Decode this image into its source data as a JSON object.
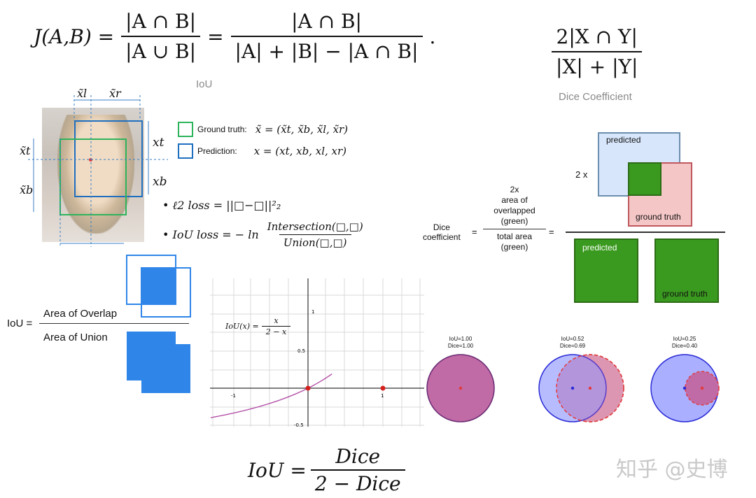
{
  "formulas": {
    "jaccard_lhs": "J(A,B) =",
    "jaccard_num1": "|A ∩ B|",
    "jaccard_den1": "|A ∪ B|",
    "jaccard_eq": "=",
    "jaccard_num2": "|A ∩ B|",
    "jaccard_den2": "|A| + |B| − |A ∩ B|",
    "jaccard_end": ".",
    "iou_caption": "IoU",
    "dice_num": "2|X ∩ Y|",
    "dice_den": "|X| + |Y|",
    "dice_caption": "Dice Coefficient"
  },
  "bbox_panel": {
    "xl": "x̃l",
    "xr": "x̃r",
    "xt_tilde": "x̃t",
    "xb_tilde": "x̃b",
    "xt": "xt",
    "xb": "xb",
    "gt_label": "Ground truth:",
    "gt_formula": "x̃ = (x̃t, x̃b, x̃l, x̃r)",
    "pred_label": "Prediction:",
    "pred_formula": "x = (xt, xb, xl, xr)",
    "l2_loss": "• ℓ2  loss = ||□−□||²₂",
    "iou_loss_prefix": "• IoU loss = − ln",
    "iou_loss_num": "Intersection(□,□)",
    "iou_loss_den": "Union(□,□)"
  },
  "iou_diagram": {
    "lhs": "IoU =",
    "numerator": "Area of Overlap",
    "denominator": "Area of Union"
  },
  "dice_diagram": {
    "lhs_top": "Dice",
    "lhs_bottom": "coefficient",
    "eq1": "=",
    "num_line1": "2x",
    "num_line2": "area of",
    "num_line3": "overlapped",
    "num_line4": "(green)",
    "den_line1": "total area",
    "den_line2": "(green)",
    "eq2": "=",
    "two_x": "2 x",
    "predicted_top": "predicted",
    "ground_truth_top": "ground truth",
    "predicted_bottom": "predicted",
    "ground_truth_bottom": "ground truth"
  },
  "graph": {
    "formula_lhs": "IoU(x) =",
    "formula_num": "x",
    "formula_den": "2 − x",
    "tick_labels": [
      "1",
      "0.5",
      "-0.5",
      "-1",
      "1"
    ]
  },
  "circles": [
    {
      "iou": "IoU=1.00",
      "dice": "Dice=1.00"
    },
    {
      "iou": "IoU=0.52",
      "dice": "Dice=0.69"
    },
    {
      "iou": "IoU=0.25",
      "dice": "Dice=0.40"
    }
  ],
  "bottom_formula": {
    "lhs": "IoU =",
    "num": "Dice",
    "den": "2 − Dice"
  },
  "watermark": "知乎 @史博",
  "colors": {
    "green": "#2db45b",
    "blue": "#1f6fbf",
    "dice_green": "#3a9a1f",
    "purple": "#b24fa6",
    "red": "#e23b3b",
    "light_blue": "#aab0ff"
  }
}
